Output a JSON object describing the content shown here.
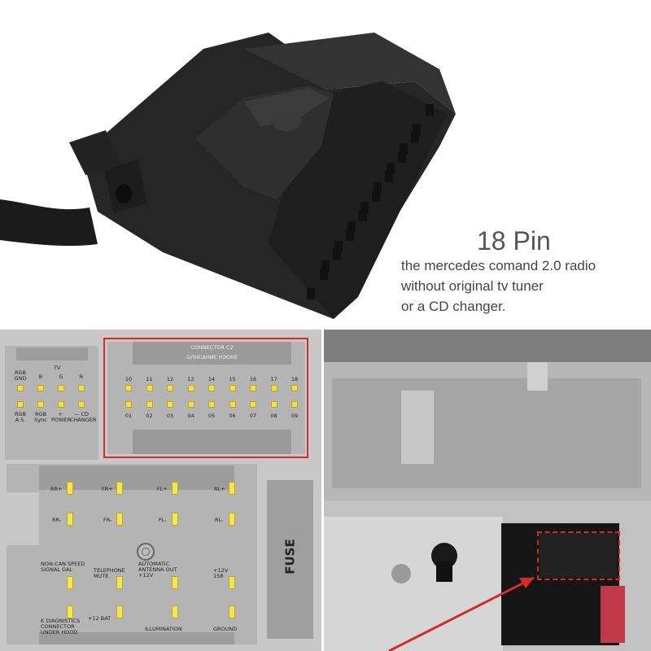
{
  "product": {
    "title": "18 Pin",
    "lines": [
      "the mercedes comand 2.0 radio",
      "without original tv tuner",
      "or a CD changer."
    ]
  },
  "tv_block": {
    "heading": "TV",
    "top_labels": [
      "RGB GND",
      "B",
      "G",
      "R"
    ],
    "bottom_labels": [
      "RGB A.S.",
      "RGB Sync",
      "+ POWER",
      "— CD CHANGER"
    ]
  },
  "connector_c2": {
    "title": "CONNECTOR C2",
    "subtitle": "ОЛНСАНИЕ НЭОКЕ",
    "top_numbers": [
      "10",
      "11",
      "12",
      "13",
      "14",
      "15",
      "16",
      "17",
      "18"
    ],
    "bottom_numbers": [
      "01",
      "02",
      "03",
      "04",
      "05",
      "06",
      "07",
      "08",
      "09"
    ]
  },
  "speakers": {
    "row1": [
      "RR+",
      "FR+",
      "FL+",
      "RL+"
    ],
    "row2": [
      "RR-",
      "FR-",
      "FL-",
      "RL-"
    ]
  },
  "signals": {
    "non_can": "NON-CAN SPEED SIGNAL GAL",
    "telephone": "TELEPHONE MUTE",
    "antenna": "AUTOMATIC ANTENNA OUT +12V",
    "pos12": "+12V 15R",
    "k_diag": "K DIAGNISTICS CONNECTOR UNDER HOOD",
    "bat": "+12 BAT",
    "illumination": "ILLUMINATION",
    "ground": "GROUND"
  },
  "fuse_label": "FUSE",
  "colors": {
    "pin": "#f2e04a",
    "highlight": "#d92a2a",
    "panel": "#b4b4b4"
  }
}
